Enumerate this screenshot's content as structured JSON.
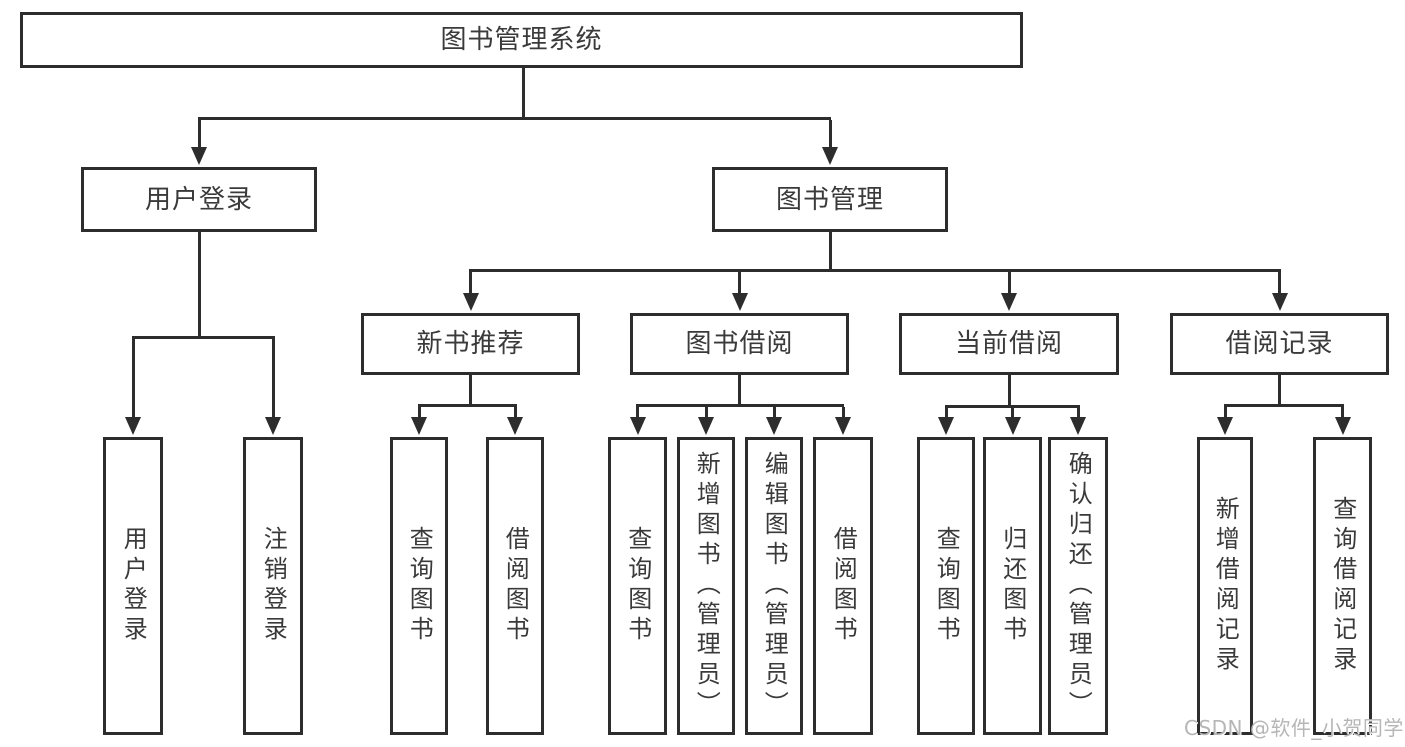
{
  "diagram": {
    "root": {
      "label": "图书管理系统"
    },
    "level1": [
      {
        "label": "用户登录"
      },
      {
        "label": "图书管理"
      }
    ],
    "level2": [
      {
        "label": "新书推荐"
      },
      {
        "label": "图书借阅"
      },
      {
        "label": "当前借阅"
      },
      {
        "label": "借阅记录"
      }
    ],
    "leaves": [
      {
        "label": "用户登录"
      },
      {
        "label": "注销登录"
      },
      {
        "label": "查询图书"
      },
      {
        "label": "借阅图书"
      },
      {
        "label": "查询图书"
      },
      {
        "label": "新增图书（管理员）"
      },
      {
        "label": "编辑图书（管理员）"
      },
      {
        "label": "借阅图书"
      },
      {
        "label": "查询图书"
      },
      {
        "label": "归还图书"
      },
      {
        "label": "确认归还（管理员）"
      },
      {
        "label": "新增借阅记录"
      },
      {
        "label": "查询借阅记录"
      }
    ],
    "watermark": "CSDN @软件_小贺同学",
    "colors": {
      "line": "#2d2d2d",
      "text": "#3a3a3a",
      "watermark": "#b6b6b6",
      "background": "#ffffff"
    }
  }
}
